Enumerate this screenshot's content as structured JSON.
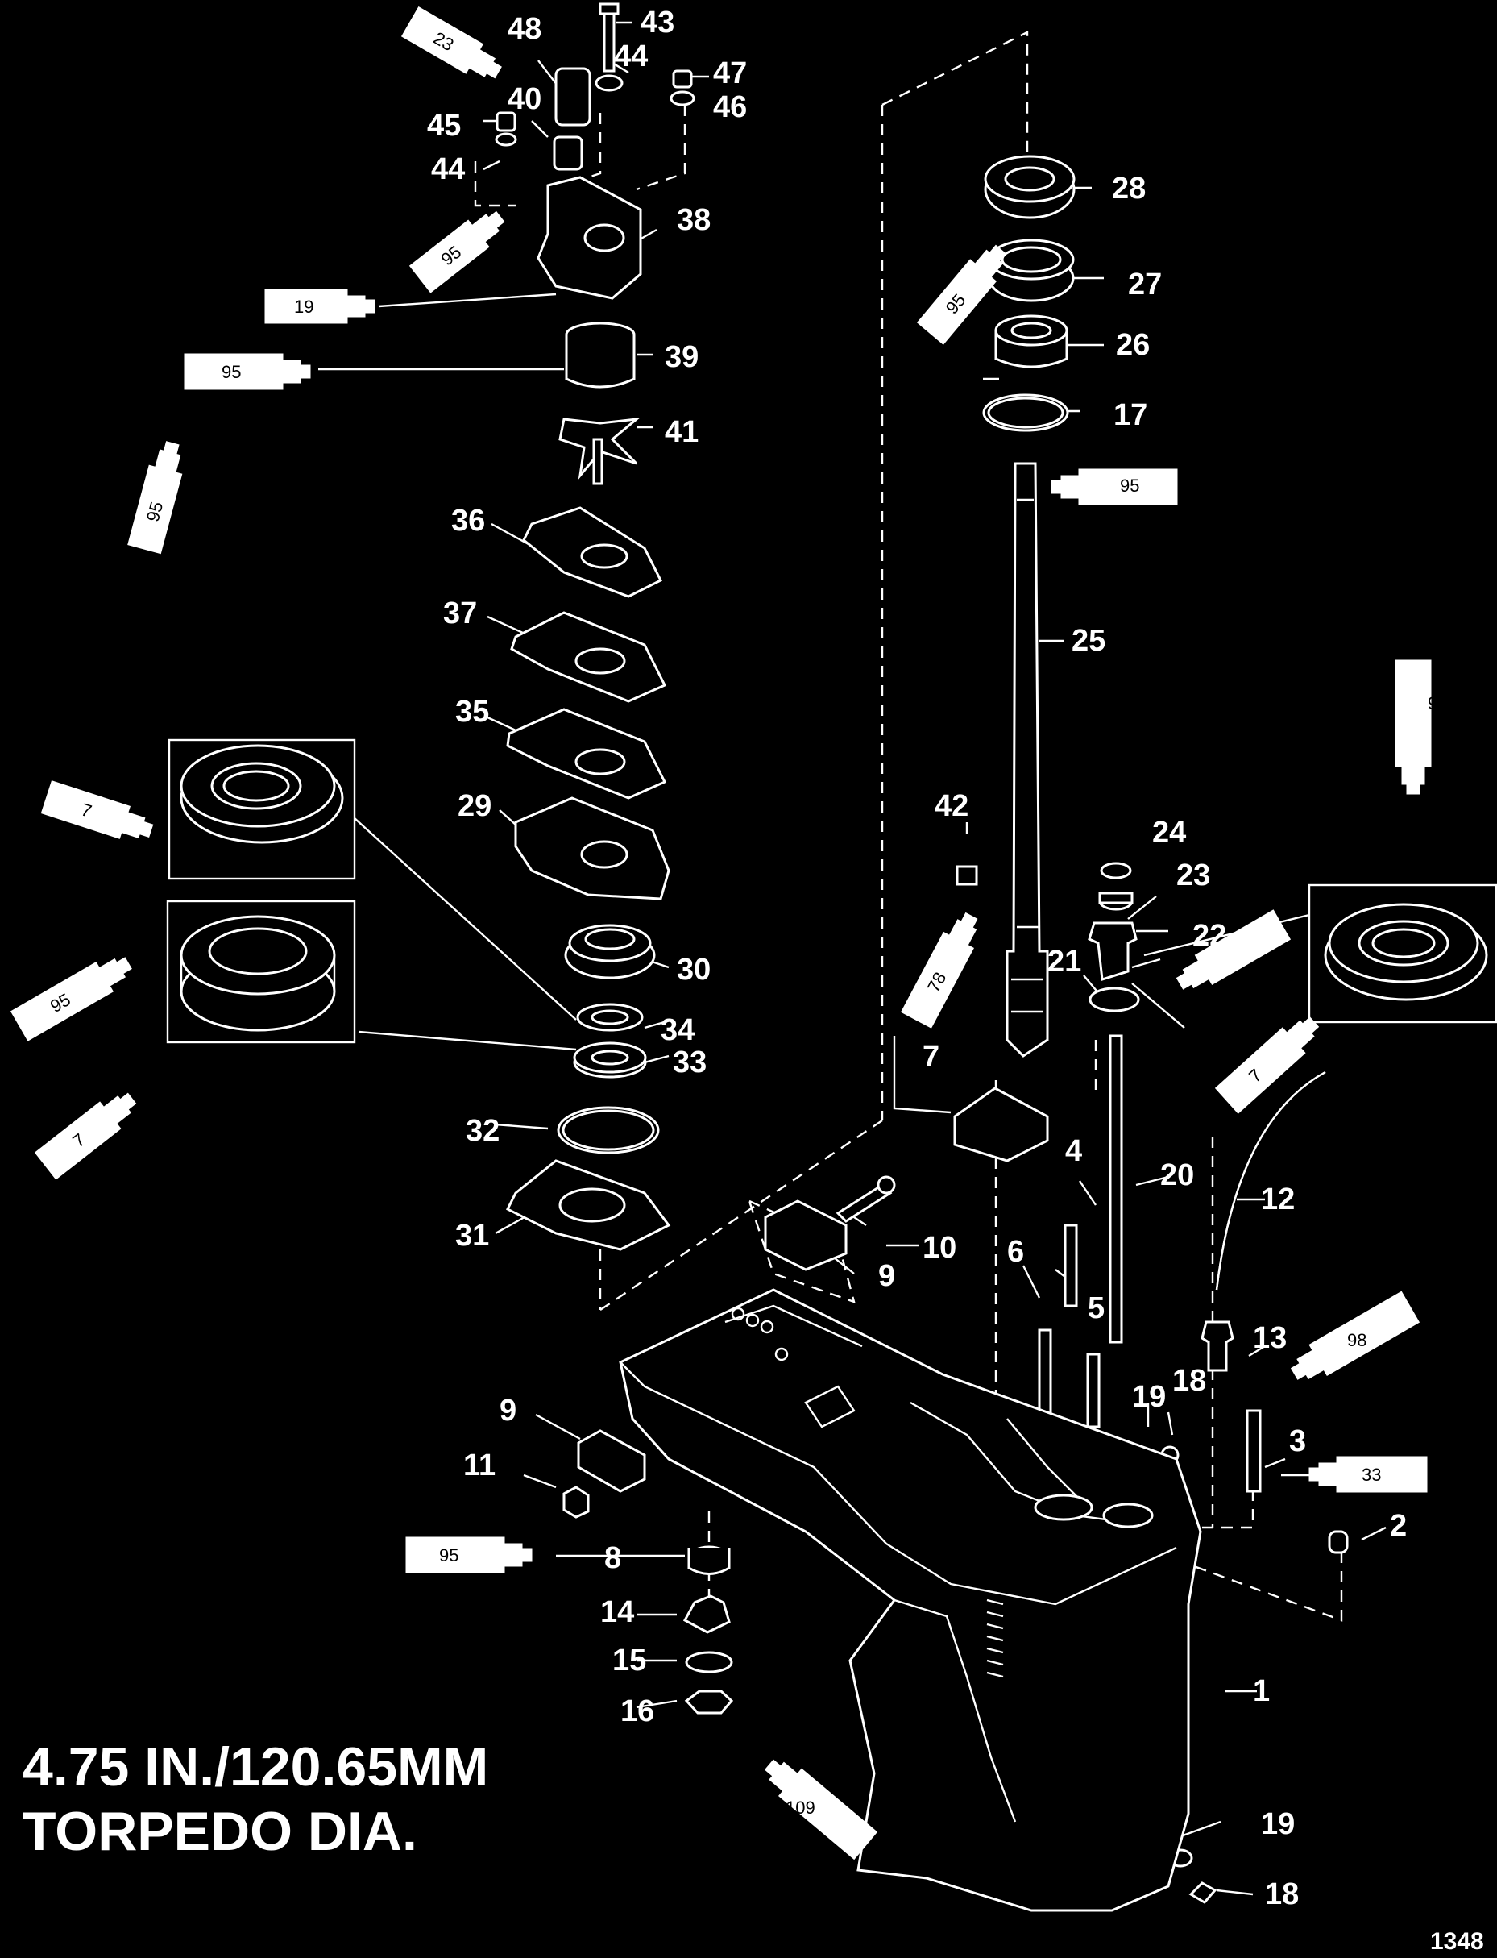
{
  "caption": {
    "line1": "4.75 IN./120.65MM",
    "line2": "TORPEDO DIA."
  },
  "figure_ref": "1348",
  "callouts": [
    "1",
    "2",
    "3",
    "4",
    "5",
    "6",
    "7",
    "8",
    "9",
    "10",
    "11",
    "12",
    "13",
    "14",
    "15",
    "16",
    "17",
    "18",
    "19",
    "20",
    "21",
    "22",
    "23",
    "24",
    "25",
    "26",
    "27",
    "28",
    "29",
    "30",
    "31",
    "32",
    "33",
    "34",
    "35",
    "36",
    "37",
    "38",
    "39",
    "40",
    "41",
    "42",
    "43",
    "44",
    "45",
    "46",
    "47",
    "48"
  ],
  "sealant_tubes": [
    "7",
    "19",
    "23",
    "33",
    "78",
    "95",
    "98",
    "109"
  ]
}
